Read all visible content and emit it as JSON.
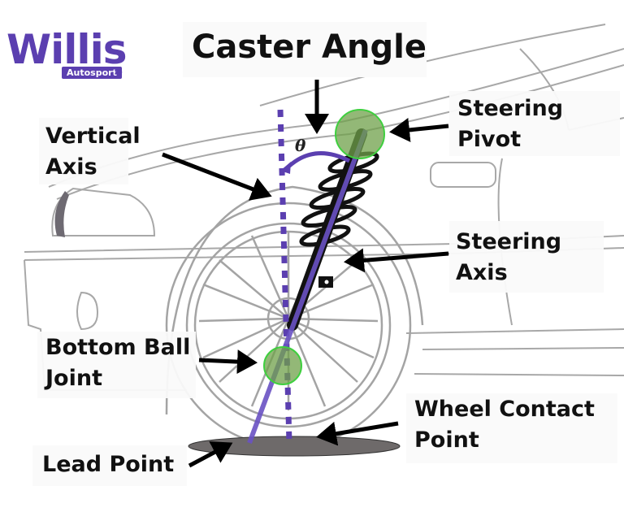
{
  "logo": {
    "brand": "Willis",
    "sub": "Autosport",
    "chevrons": "›››",
    "color": "#5b3fb0"
  },
  "title": "Caster Angle",
  "angle_symbol": "θ",
  "labels": {
    "vertical_axis": [
      "Vertical",
      "Axis"
    ],
    "steering_pivot": [
      "Steering",
      "Pivot"
    ],
    "steering_axis": [
      "Steering",
      "Axis"
    ],
    "bottom_ball_joint": [
      "Bottom Ball",
      "Joint"
    ],
    "wheel_contact_point": [
      "Wheel Contact",
      "Point"
    ],
    "lead_point": [
      "Lead Point"
    ]
  },
  "colors": {
    "axis_purple": "#5b3fb0",
    "steering_axis_purple": "#6a52c4",
    "joint_green": "#6fa04a",
    "joint_green_outline": "#3fcf3f",
    "ground_patch": "#6e6a6a",
    "arrow": "#000000",
    "sketch": "#9a9a9a"
  }
}
